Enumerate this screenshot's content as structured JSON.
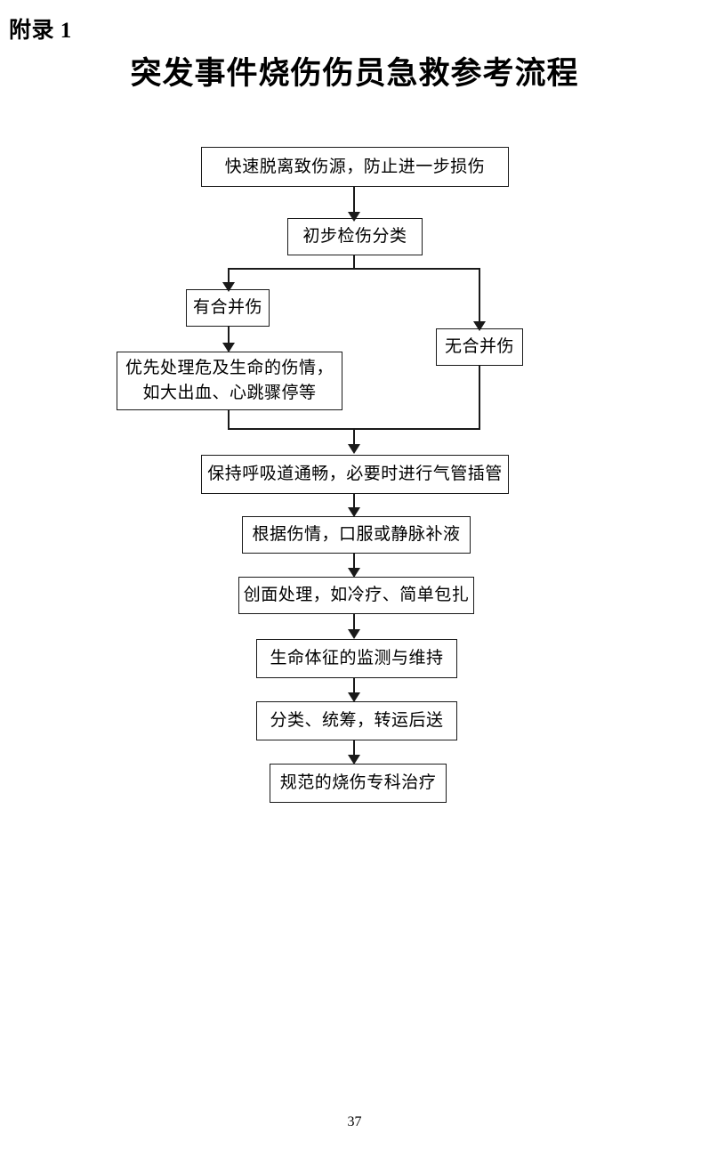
{
  "document": {
    "appendix_label": "附录 1",
    "title": "突发事件烧伤伤员急救参考流程",
    "page_number": "37"
  },
  "chart_data": {
    "type": "diagram",
    "title": "突发事件烧伤伤员急救参考流程",
    "diagram_kind": "flowchart",
    "orientation": "top-to-bottom",
    "nodes": [
      {
        "id": "n1",
        "label": "快速脱离致伤源，防止进一步损伤"
      },
      {
        "id": "n2",
        "label": "初步检伤分类"
      },
      {
        "id": "n3",
        "label": "有合并伤"
      },
      {
        "id": "n4",
        "label": "无合并伤"
      },
      {
        "id": "n5",
        "label": "优先处理危及生命的伤情，\n如大出血、心跳骤停等"
      },
      {
        "id": "n6",
        "label": "保持呼吸道通畅，必要时进行气管插管"
      },
      {
        "id": "n7",
        "label": "根据伤情，口服或静脉补液"
      },
      {
        "id": "n8",
        "label": "创面处理，如冷疗、简单包扎"
      },
      {
        "id": "n9",
        "label": "生命体征的监测与维持"
      },
      {
        "id": "n10",
        "label": "分类、统筹，转运后送"
      },
      {
        "id": "n11",
        "label": "规范的烧伤专科治疗"
      }
    ],
    "edges": [
      {
        "from": "n1",
        "to": "n2"
      },
      {
        "from": "n2",
        "to": "n3"
      },
      {
        "from": "n2",
        "to": "n4"
      },
      {
        "from": "n3",
        "to": "n5"
      },
      {
        "from": "n5",
        "to": "n6"
      },
      {
        "from": "n4",
        "to": "n6"
      },
      {
        "from": "n6",
        "to": "n7"
      },
      {
        "from": "n7",
        "to": "n8"
      },
      {
        "from": "n8",
        "to": "n9"
      },
      {
        "from": "n9",
        "to": "n10"
      },
      {
        "from": "n10",
        "to": "n11"
      }
    ],
    "colors": {
      "stroke": "#1a1a1a",
      "fill": "#ffffff",
      "text": "#000000"
    }
  }
}
